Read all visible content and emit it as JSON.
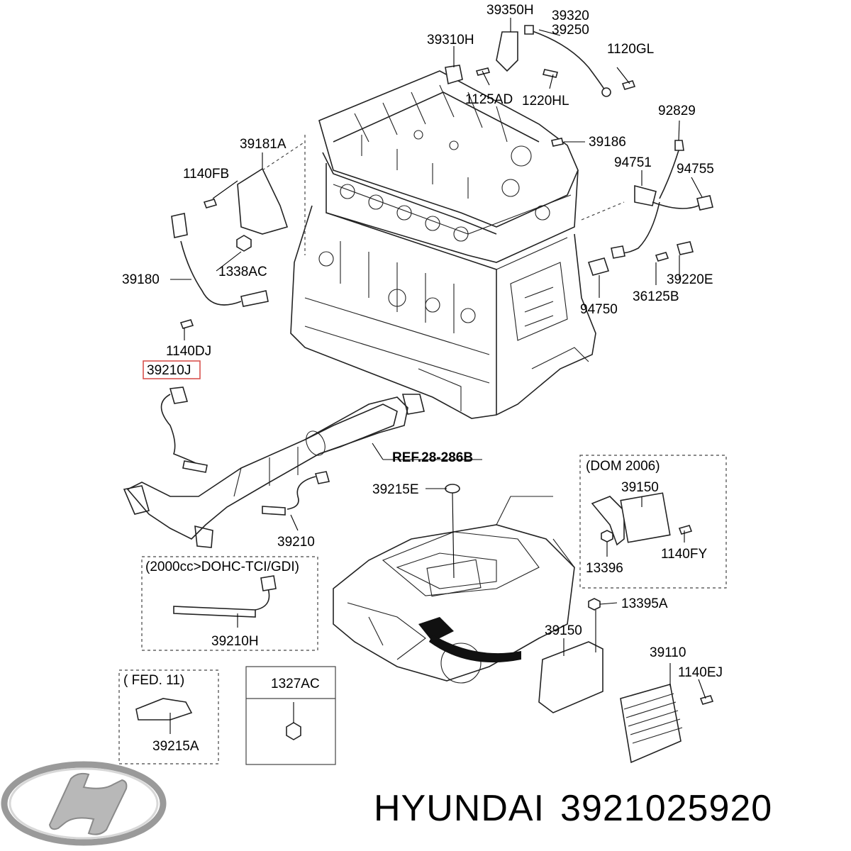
{
  "labels": {
    "p39350H": "39350H",
    "p39320": "39320",
    "p39250": "39250",
    "p39310H": "39310H",
    "p1120GL": "1120GL",
    "p1125AD": "1125AD",
    "p1220HL": "1220HL",
    "p92829": "92829",
    "p39186": "39186",
    "p39181A": "39181A",
    "p94751": "94751",
    "p94755": "94755",
    "p1140FB": "1140FB",
    "p39180": "39180",
    "p1338AC": "1338AC",
    "p39220E": "39220E",
    "p36125B": "36125B",
    "p94750": "94750",
    "p1140DJ": "1140DJ",
    "p39210J": "39210J",
    "ref": "REF.28-286B",
    "p39215E": "39215E",
    "dom": "(DOM 2006)",
    "p39150a": "39150",
    "p39210": "39210",
    "p1140FY": "1140FY",
    "p13396": "13396",
    "dohc": "(2000cc>DOHC-TCI/GDI)",
    "p13395A": "13395A",
    "p39210H": "39210H",
    "p39150b": "39150",
    "p39110": "39110",
    "p1140EJ": "1140EJ",
    "fed": "( FED. 11)",
    "p1327AC": "1327AC",
    "p39215A": "39215A"
  },
  "caption": {
    "brand": "HYUNDAI",
    "part_number": "3921025920"
  },
  "colors": {
    "highlight_box": "#d9534f",
    "logo_silver": "#b8b8b8"
  },
  "logo": {
    "name": "hyundai-logo"
  }
}
